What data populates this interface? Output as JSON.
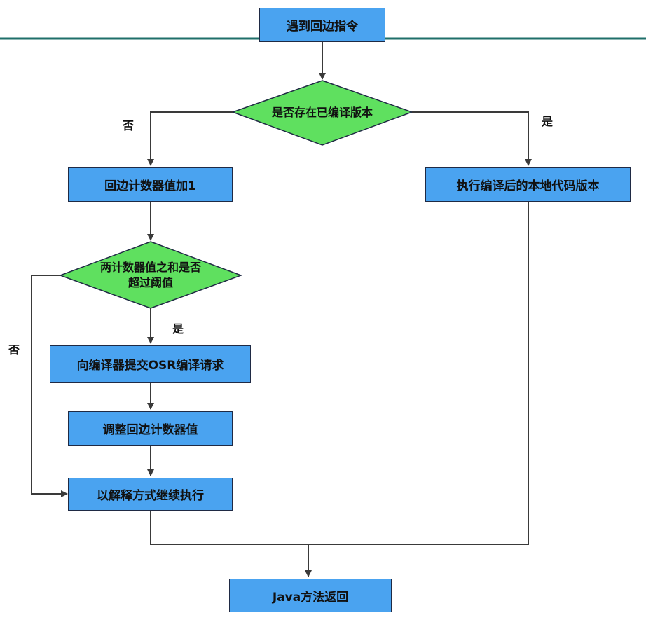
{
  "colors": {
    "process_fill": "#4aa3f0",
    "decision_fill": "#5fe05f",
    "stroke": "#1f2a44",
    "line": "#3a3a3a",
    "top_band": "#1f6f6a"
  },
  "nodes": {
    "start": "遇到回边指令",
    "decision_compiled": "是否存在已编译版本",
    "increment_counter": "回边计数器值加1",
    "execute_native": "执行编译后的本地代码版本",
    "decision_threshold_line1": "两计数器值之和是否",
    "decision_threshold_line2": "超过阈值",
    "submit_osr": "向编译器提交OSR编译请求",
    "adjust_counter": "调整回边计数器值",
    "interpret_continue": "以解释方式继续执行",
    "java_return": "Java方法返回"
  },
  "edge_labels": {
    "compiled_no": "否",
    "compiled_yes": "是",
    "threshold_yes": "是",
    "threshold_no": "否"
  }
}
